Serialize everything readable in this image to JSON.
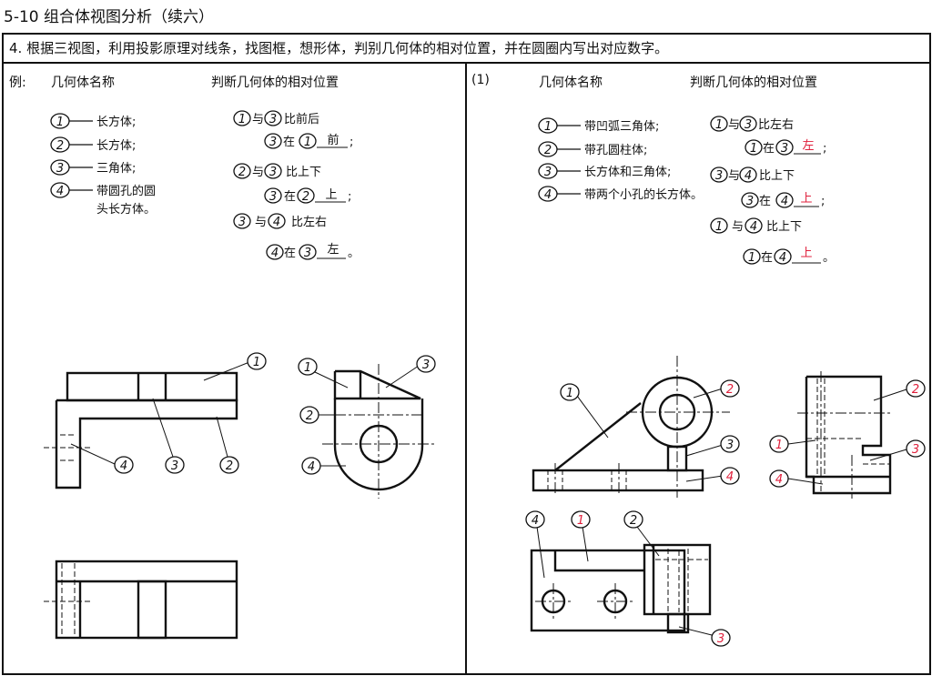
{
  "header": {
    "section_title": "5-10  组合体视图分析（续六）",
    "task": "4. 根据三视图，利用投影原理对线条，找图框，想形体，判别几何体的相对位置，并在圆圈内写出对应数字。"
  },
  "example": {
    "label": "例:",
    "names_header": "几何体名称",
    "positions_header": "判断几何体的相对位置",
    "names": [
      {
        "num": "1",
        "text": "长方体;"
      },
      {
        "num": "2",
        "text": "长方体;"
      },
      {
        "num": "3",
        "text": "三角体;"
      },
      {
        "num": "4",
        "text": "带圆孔的圆",
        "text2": "头长方体。"
      }
    ],
    "positions": [
      {
        "a": "1",
        "connector": "与",
        "b": "3",
        "compare": "比前后",
        "c": "3",
        "at": "在",
        "d": "1",
        "answer": "前",
        "end": ";"
      },
      {
        "a": "2",
        "connector": "与",
        "b": "3",
        "compare": "比上下",
        "c": "3",
        "at": "在",
        "d": "2",
        "answer": "上",
        "end": ";"
      },
      {
        "a": "3",
        "connector": "与",
        "b": "4",
        "compare": "比左右",
        "c": "4",
        "at": "在",
        "d": "3",
        "answer": "左",
        "end": "。"
      }
    ],
    "view_labels": {
      "front": [
        "1",
        "4",
        "3",
        "2"
      ],
      "side": [
        "1",
        "3",
        "2",
        "4"
      ]
    }
  },
  "problem": {
    "label": "(1)",
    "names_header": "几何体名称",
    "positions_header": "判断几何体的相对位置",
    "names": [
      {
        "num": "1",
        "text": "带凹弧三角体;"
      },
      {
        "num": "2",
        "text": "带孔圆柱体;"
      },
      {
        "num": "3",
        "text": "长方体和三角体;"
      },
      {
        "num": "4",
        "text": "带两个小孔的长方体。"
      }
    ],
    "positions": [
      {
        "a": "1",
        "connector": "与",
        "b": "3",
        "compare": "比左右",
        "c": "1",
        "at": "在",
        "d": "3",
        "answer": "左",
        "end": ";"
      },
      {
        "a": "3",
        "connector": "与",
        "b": "4",
        "compare": "比上下",
        "c": "3",
        "at": "在",
        "d": "4",
        "answer": "上",
        "end": ";"
      },
      {
        "a": "1",
        "connector": "与",
        "b": "4",
        "compare": "比上下",
        "c": "1",
        "at": "在",
        "d": "4",
        "answer": "上",
        "end": "。"
      }
    ],
    "view_labels": {
      "front": [
        "1",
        "2",
        "3",
        "4"
      ],
      "side": [
        "2",
        "1",
        "3",
        "4"
      ],
      "top": [
        "4",
        "1",
        "2",
        "3"
      ]
    }
  },
  "colors": {
    "ink": "#111111",
    "answer_red": "#e0203c"
  }
}
